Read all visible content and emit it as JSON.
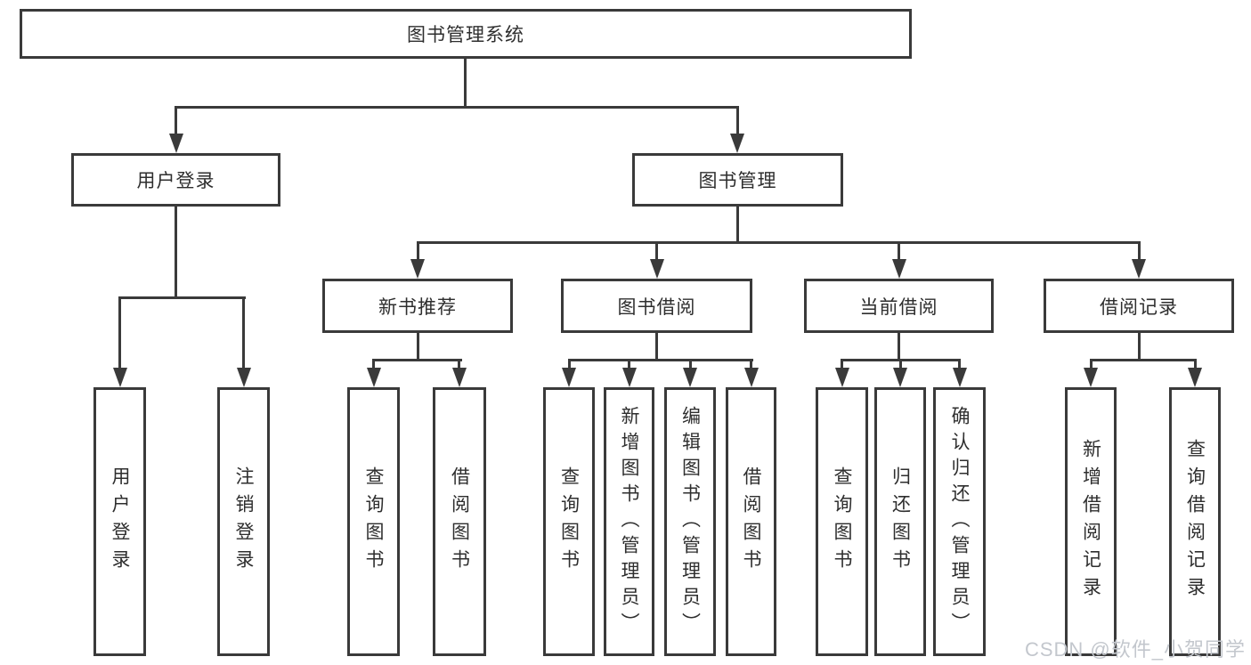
{
  "diagram_title": "图书管理系统",
  "nodes": {
    "root": {
      "label": "图书管理系统"
    },
    "user_login": {
      "label": "用户登录"
    },
    "book_mgmt": {
      "label": "图书管理"
    },
    "new_book_rec": {
      "label": "新书推荐"
    },
    "book_borrow": {
      "label": "图书借阅"
    },
    "current_borrow": {
      "label": "当前借阅"
    },
    "borrow_record": {
      "label": "借阅记录"
    },
    "leaf_user_login": {
      "label": "用户登录"
    },
    "leaf_logout": {
      "label": "注销登录"
    },
    "leaf_query_book_a": {
      "label": "查询图书"
    },
    "leaf_borrow_book_a": {
      "label": "借阅图书"
    },
    "leaf_query_book_b": {
      "label": "查询图书"
    },
    "leaf_add_book": {
      "label": "新增图书（管理员）"
    },
    "leaf_edit_book": {
      "label": "编辑图书（管理员）"
    },
    "leaf_borrow_book_b": {
      "label": "借阅图书"
    },
    "leaf_query_book_c": {
      "label": "查询图书"
    },
    "leaf_return_book": {
      "label": "归还图书"
    },
    "leaf_confirm_return": {
      "label": "确认归还（管理员）"
    },
    "leaf_add_record": {
      "label": "新增借阅记录"
    },
    "leaf_query_record": {
      "label": "查询借阅记录"
    }
  },
  "watermark": {
    "text": "CSDN @软件_小贺同学"
  },
  "colors": {
    "line": "#3a3a3a",
    "text": "#2e2e2e",
    "watermark": "#c3c7cd",
    "background": "#ffffff"
  }
}
